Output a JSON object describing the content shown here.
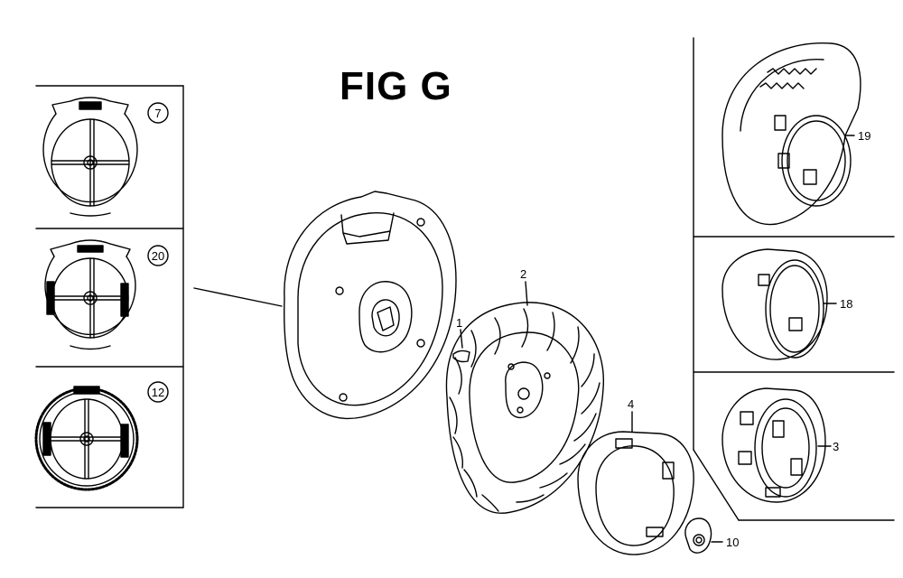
{
  "figure": {
    "title": "FIG G"
  },
  "inset_panels": [
    {
      "id": "7"
    },
    {
      "id": "20"
    },
    {
      "id": "12"
    }
  ],
  "callouts": {
    "p1": "1",
    "p2": "2",
    "p3": "3",
    "p4": "4",
    "p10": "10",
    "p18": "18",
    "p19": "19"
  },
  "colors": {
    "ink": "#000000",
    "background": "#ffffff"
  }
}
